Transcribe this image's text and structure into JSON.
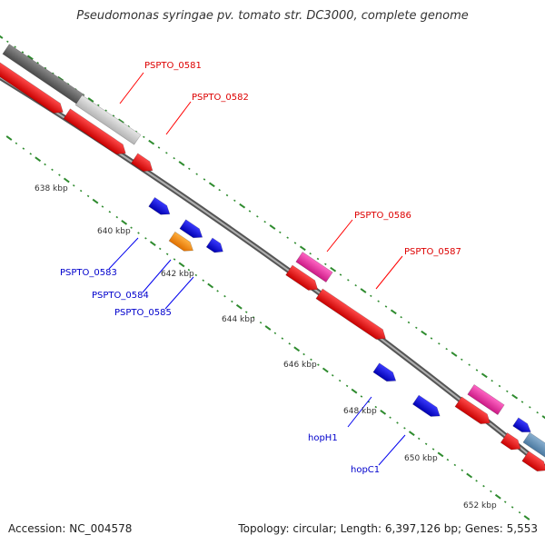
{
  "title": "Pseudomonas syringae pv. tomato str. DC3000, complete genome",
  "footer": {
    "accession": "Accession: NC_004578",
    "summary": "Topology: circular; Length: 6,397,126 bp; Genes: 5,553"
  },
  "scale_labels": [
    "638 kbp",
    "640 kbp",
    "642 kbp",
    "644 kbp",
    "646 kbp",
    "648 kbp",
    "650 kbp",
    "652 kbp"
  ],
  "gene_labels": [
    {
      "text": "PSPTO_0581",
      "color": "#dd0000"
    },
    {
      "text": "PSPTO_0582",
      "color": "#dd0000"
    },
    {
      "text": "PSPTO_0583",
      "color": "#0000cc"
    },
    {
      "text": "PSPTO_0584",
      "color": "#0000cc"
    },
    {
      "text": "PSPTO_0585",
      "color": "#0000cc"
    },
    {
      "text": "PSPTO_0586",
      "color": "#dd0000"
    },
    {
      "text": "PSPTO_0587",
      "color": "#dd0000"
    },
    {
      "text": "hopH1",
      "color": "#0000cc"
    },
    {
      "text": "hopC1",
      "color": "#0000cc"
    }
  ],
  "colors": {
    "backbone": "#7a7a7a",
    "tick": "#2e8b2e",
    "cds_forward": "#ff0000",
    "cds_reverse": "#0000ee",
    "pink": "#ee2fa0",
    "orange": "#ff8c00",
    "grey_dark": "#666666",
    "grey_light": "#cccccc"
  }
}
